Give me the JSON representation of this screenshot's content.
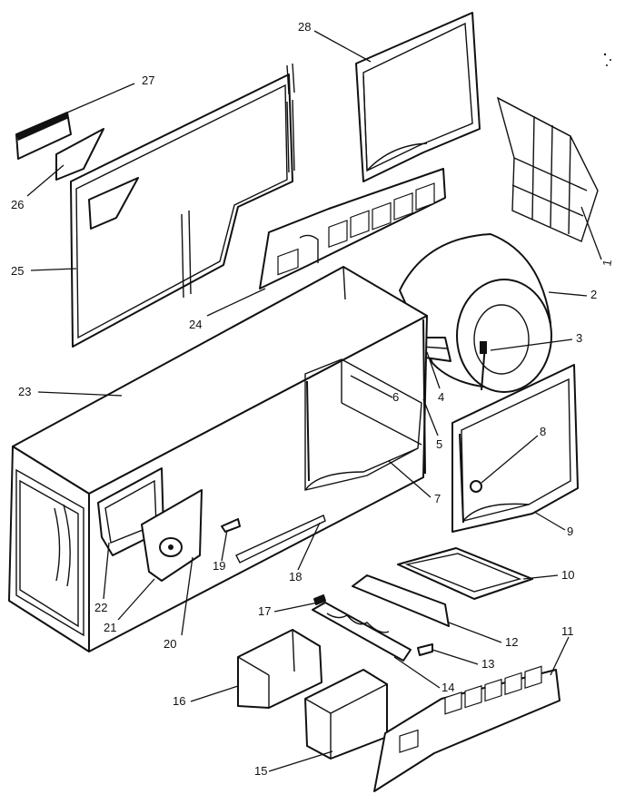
{
  "callouts": {
    "c1": "1",
    "c2": "2",
    "c3": "3",
    "c4": "4",
    "c5": "5",
    "c6": "6",
    "c7": "7",
    "c8": "8",
    "c9": "9",
    "c10": "10",
    "c11": "11",
    "c12": "12",
    "c13": "13",
    "c14": "14",
    "c15": "15",
    "c16": "16",
    "c17": "17",
    "c18": "18",
    "c19": "19",
    "c20": "20",
    "c21": "21",
    "c22": "22",
    "c23": "23",
    "c24": "24",
    "c25": "25",
    "c26": "26",
    "c27": "27",
    "c28": "28"
  },
  "colors": {
    "ink": "#111111",
    "paper": "#ffffff"
  }
}
